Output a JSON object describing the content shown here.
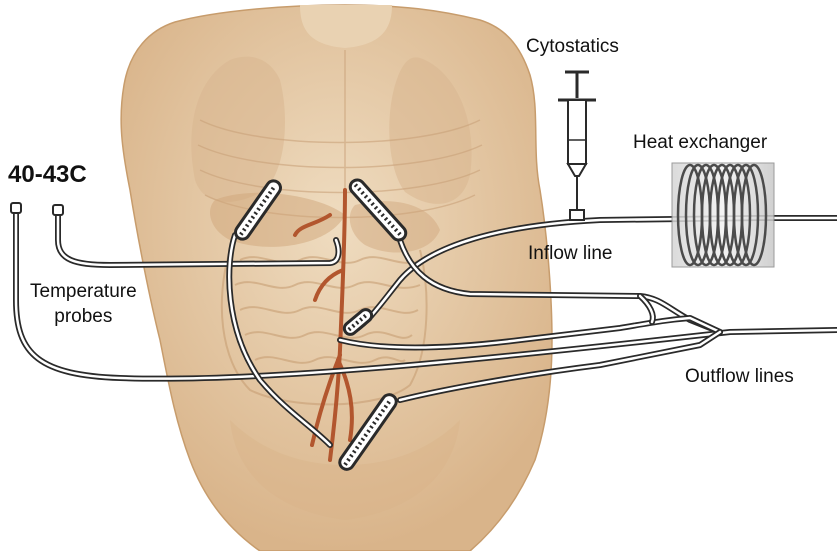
{
  "labels": {
    "temperature": "40-43C",
    "temperature_probes": "Temperature\nprobes",
    "cytostatics": "Cytostatics",
    "heat_exchanger": "Heat exchanger",
    "inflow_line": "Inflow line",
    "outflow_lines": "Outflow lines"
  },
  "colors": {
    "skin": "#e7cfae",
    "skin_shadow": "#cfa77c",
    "organ": "#d7b892",
    "vessel": "#b2562e",
    "tube": "#2a2a2a",
    "tube_inner": "#ffffff",
    "coil": "#6e6e6e",
    "exchanger_box": "#dcdcdc"
  },
  "components": [
    "torso",
    "temperature-probes",
    "inflow-line",
    "outflow-lines",
    "cytostatics-syringe",
    "heat-exchanger-coil",
    "perforated-catheters"
  ]
}
